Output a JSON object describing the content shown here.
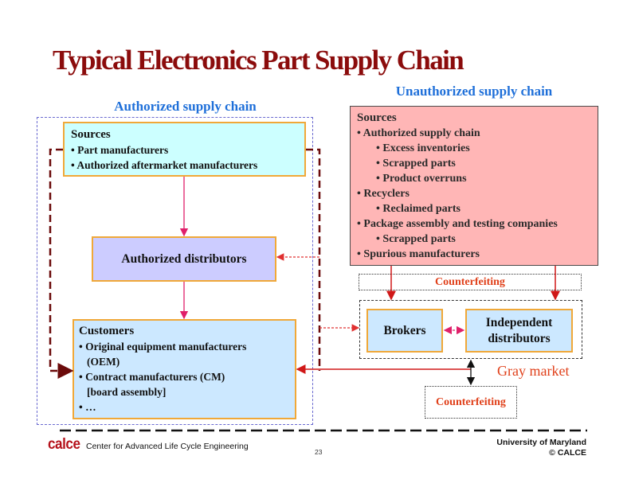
{
  "title": "Typical Electronics Part Supply Chain",
  "authorized": {
    "heading": "Authorized supply chain",
    "sources": {
      "title": "Sources",
      "items": [
        "• Part manufacturers",
        "• Authorized aftermarket manufacturers"
      ]
    },
    "distributors": "Authorized distributors",
    "customers": {
      "title": "Customers",
      "items": [
        "• Original equipment manufacturers",
        "(OEM)",
        "• Contract manufacturers (CM)",
        "[board assembly]",
        "• …"
      ]
    }
  },
  "unauthorized": {
    "heading": "Unauthorized supply chain",
    "sources": {
      "title": "Sources",
      "items": [
        "• Authorized supply chain",
        "• Excess inventories",
        "• Scrapped parts",
        "• Product overruns",
        "• Recyclers",
        "• Reclaimed parts",
        "• Package assembly and testing companies",
        "• Scrapped parts",
        "• Spurious manufacturers"
      ]
    },
    "counterfeiting_top": "Counterfeiting",
    "brokers": "Brokers",
    "independent_distributors": [
      "Independent",
      "distributors"
    ],
    "gray_market": "Gray market",
    "counterfeiting_bottom": "Counterfeiting"
  },
  "colors": {
    "title": "#8B0C0C",
    "heading": "#1E6FD9",
    "counterfeit_label": "#E0401A",
    "flow_pink": "#E0206A",
    "flow_red": "#D01818",
    "flow_dark": "#6B0A0A"
  },
  "footer": {
    "logo": "calce",
    "center": "Center for Advanced Life Cycle Engineering",
    "page": "23",
    "university": "University of Maryland",
    "copyright": "© CALCE"
  }
}
